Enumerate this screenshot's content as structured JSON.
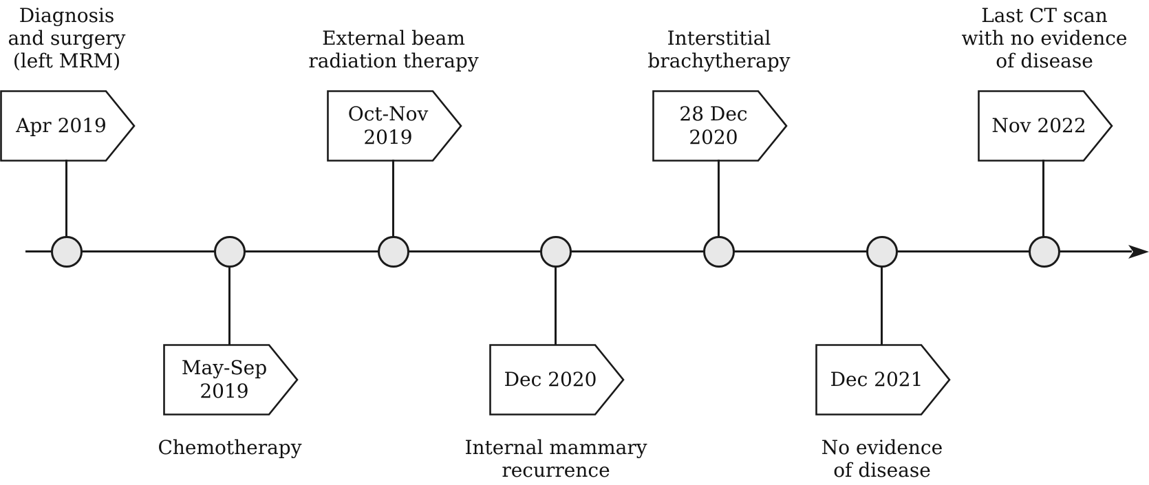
{
  "diagram": {
    "type": "timeline",
    "orientation": "horizontal",
    "style": {
      "line_color": "#1a1a1a",
      "node_fill": "#e8e8e8",
      "flag_fill": "#ffffff",
      "background": "#ffffff"
    },
    "events": [
      {
        "date": "Apr 2019",
        "label": "Diagnosis\nand surgery\n(left MRM)",
        "side": "top"
      },
      {
        "date": "May-Sep\n2019",
        "label": "Chemotherapy",
        "side": "bottom"
      },
      {
        "date": "Oct-Nov\n2019",
        "label": "External beam\nradiation therapy",
        "side": "top"
      },
      {
        "date": "Dec 2020",
        "label": "Internal mammary\nrecurrence",
        "side": "bottom"
      },
      {
        "date": "28 Dec\n2020",
        "label": "Interstitial\nbrachytherapy",
        "side": "top"
      },
      {
        "date": "Dec 2021",
        "label": "No evidence\nof disease",
        "side": "bottom"
      },
      {
        "date": "Nov 2022",
        "label": "Last CT scan\nwith no evidence\nof disease",
        "side": "top"
      }
    ]
  }
}
